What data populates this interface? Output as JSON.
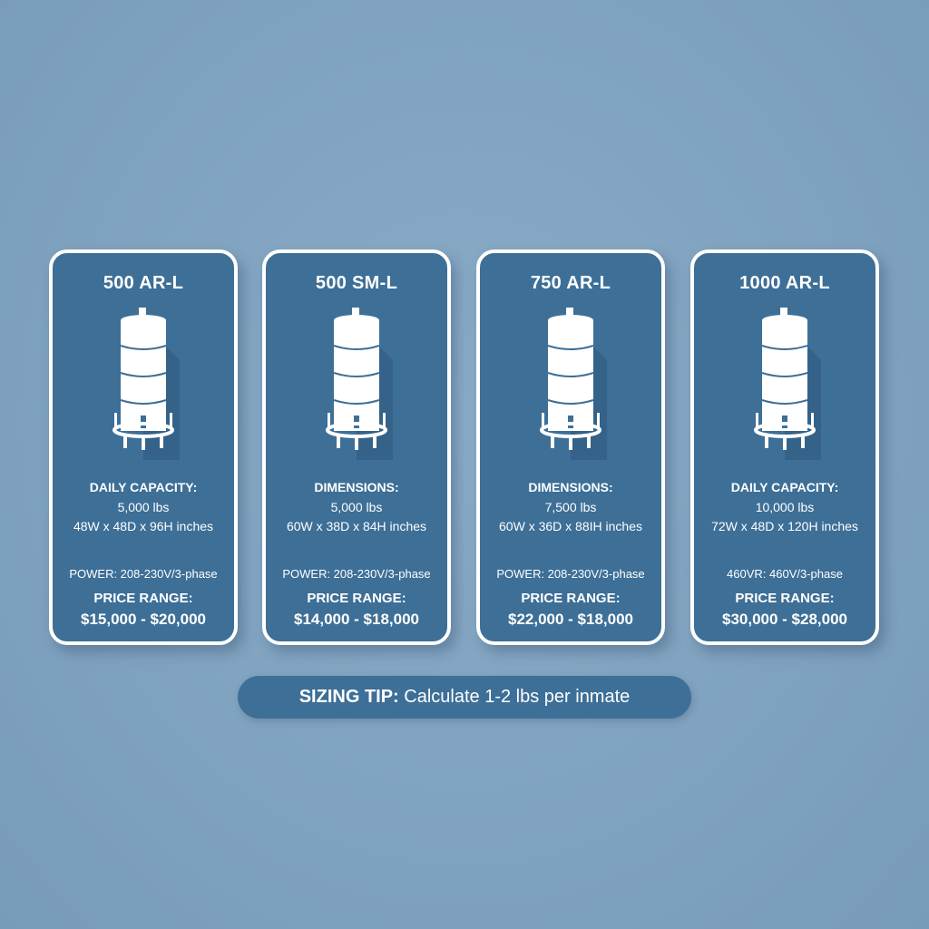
{
  "cards": [
    {
      "title": "500 AR-L",
      "spec_label": "DAILY CAPACITY:",
      "weight": "5,000 lbs",
      "dimensions": "48W x 48D x 96H inches",
      "power": "POWER: 208-230V/3-phase",
      "price_label": "PRICE RANGE:",
      "price": "$15,000 - $20,000"
    },
    {
      "title": "500 SM-L",
      "spec_label": "DIMENSIONS:",
      "weight": "5,000 lbs",
      "dimensions": "60W x 38D x 84H inches",
      "power": "POWER: 208-230V/3-phase",
      "price_label": "PRICE RANGE:",
      "price": "$14,000 - $18,000"
    },
    {
      "title": "750 AR-L",
      "spec_label": "DIMENSIONS:",
      "weight": "7,500 lbs",
      "dimensions": "60W x 36D x 88IH inches",
      "power": "POWER: 208-230V/3-phase",
      "price_label": "PRICE RANGE:",
      "price": "$22,000 - $18,000"
    },
    {
      "title": "1000 AR-L",
      "spec_label": "DAILY CAPACITY:",
      "weight": "10,000 lbs",
      "dimensions": "72W x 48D x 120H inches",
      "power": "460VR: 460V/3-phase",
      "price_label": "PRICE RANGE:",
      "price": "$30,000 - $28,000"
    }
  ],
  "tip": {
    "label": "SIZING TIP:",
    "text": " Calculate 1-2 lbs per inmate"
  },
  "icons": {
    "tank": "washer-extractor-tank-icon"
  },
  "colors": {
    "background": "#7fa2bf",
    "card": "#3d6f97",
    "border": "#ffffff",
    "text": "#ffffff"
  }
}
